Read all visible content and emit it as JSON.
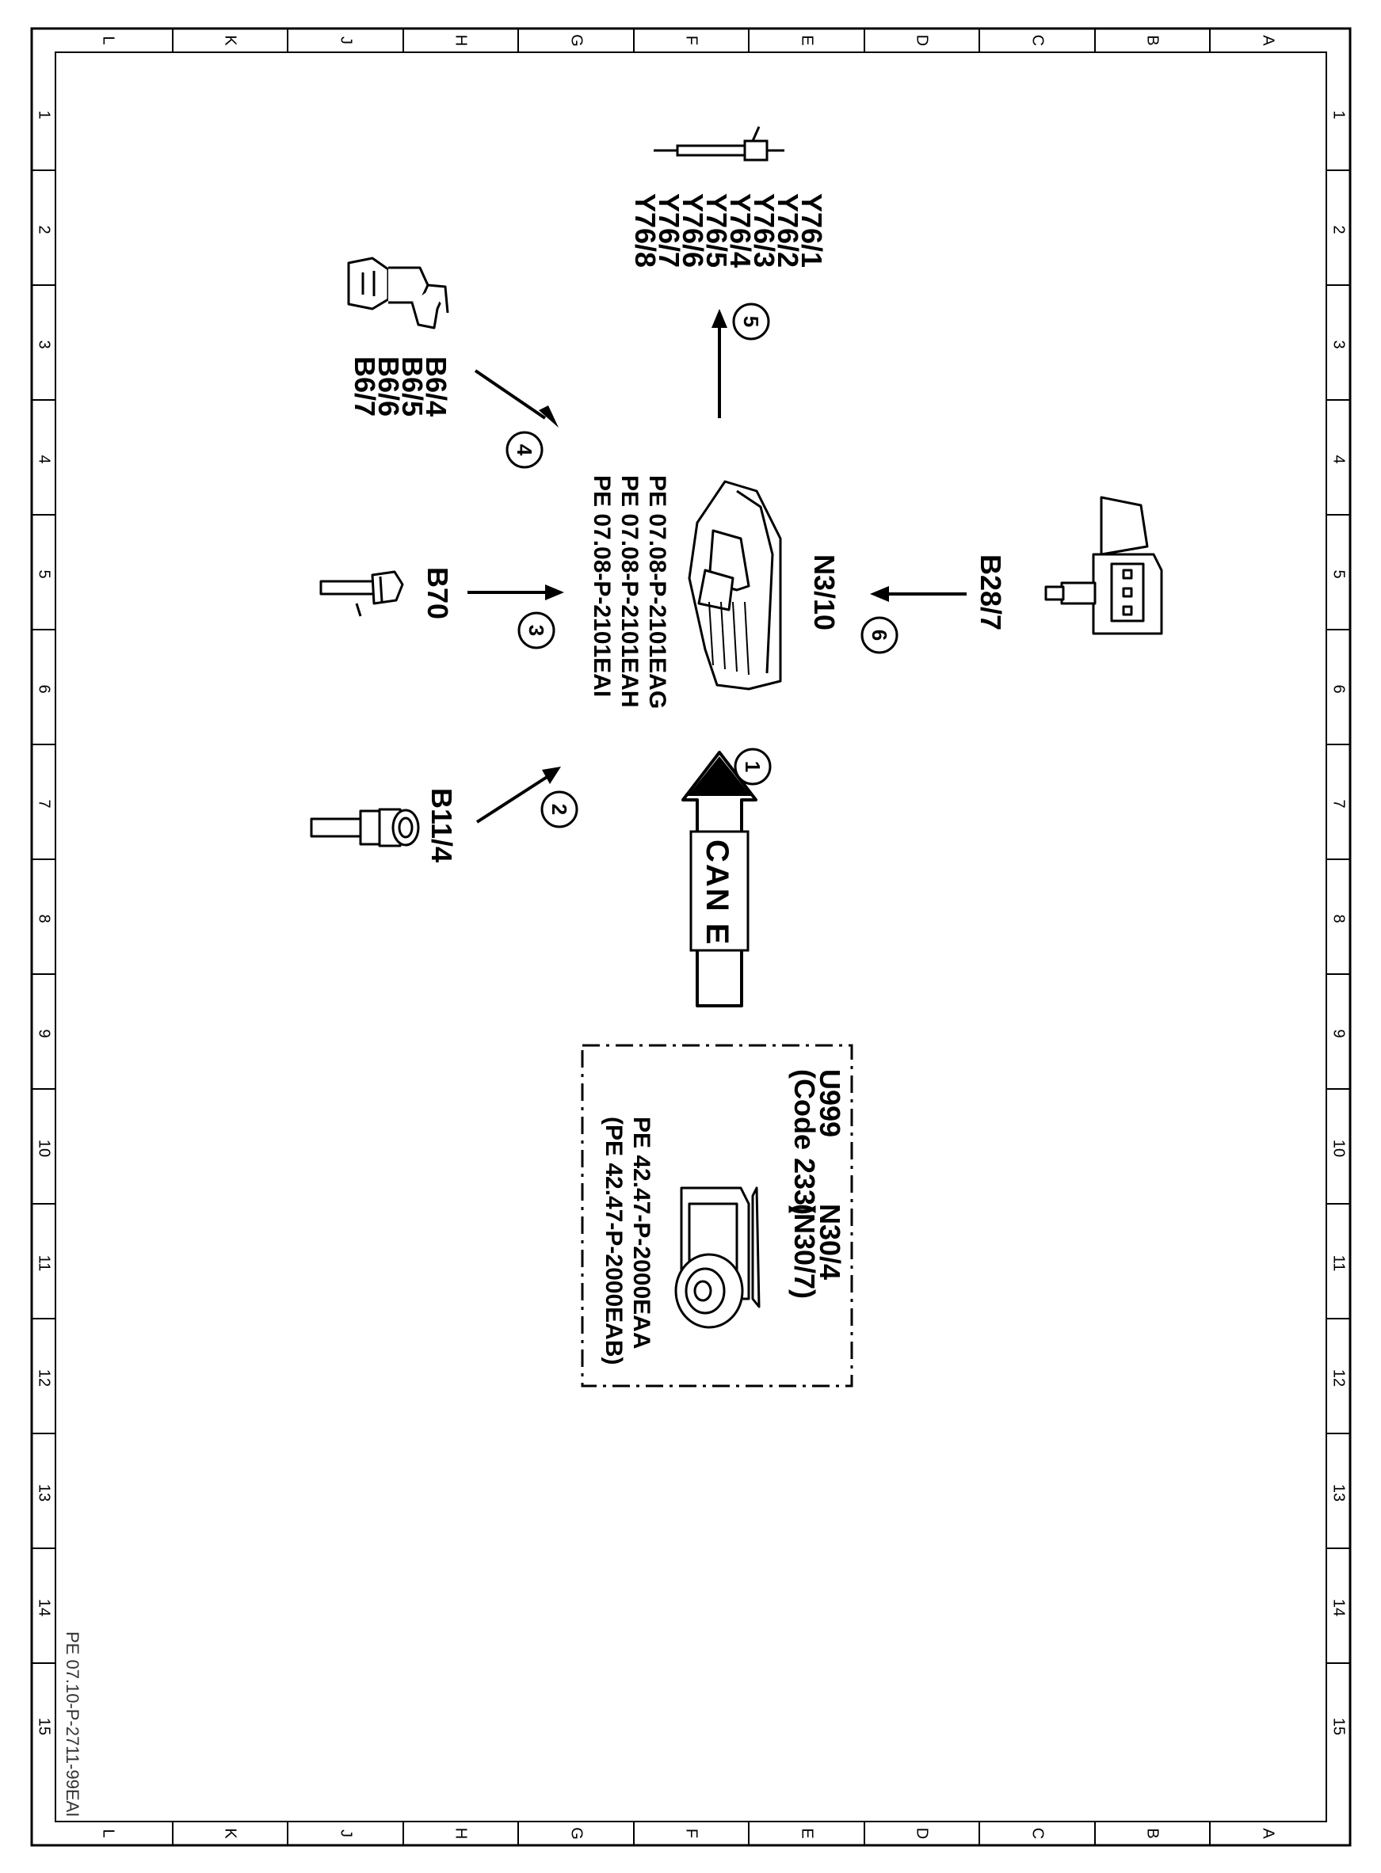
{
  "border": {
    "col_letters": [
      "L",
      "K",
      "J",
      "H",
      "G",
      "F",
      "E",
      "D",
      "C",
      "B",
      "A"
    ],
    "row_numbers": [
      "1",
      "2",
      "3",
      "4",
      "5",
      "6",
      "7",
      "8",
      "9",
      "10",
      "11",
      "12",
      "13",
      "14",
      "15"
    ]
  },
  "document_id": "PE 07.10-P-2711-99EAI",
  "control_unit": {
    "name": "N3/10",
    "refs": [
      "PE 07.08-P-2101EAG",
      "PE 07.08-P-2101EAH",
      "PE 07.08-P-2101EAI"
    ]
  },
  "injectors": {
    "labels": [
      "Y76/1",
      "Y76/2",
      "Y76/3",
      "Y76/4",
      "Y76/5",
      "Y76/6",
      "Y76/7",
      "Y76/8"
    ]
  },
  "camshaft_sensors": {
    "labels": [
      "B6/4",
      "B6/5",
      "B6/6",
      "B6/7"
    ]
  },
  "sensor_b70": {
    "label": "B70"
  },
  "sensor_b11": {
    "label": "B11/4"
  },
  "sensor_b28": {
    "label": "B28/7"
  },
  "bus": {
    "label": "CAN E"
  },
  "transmission_unit": {
    "lines": [
      "U999",
      "(Code 233)",
      "N30/4",
      "(N30/7)"
    ],
    "refs": [
      "PE 42.47-P-2000EAA",
      "(PE 42.47-P-2000EAB)"
    ]
  },
  "callouts": [
    "1",
    "2",
    "3",
    "4",
    "5",
    "6"
  ]
}
